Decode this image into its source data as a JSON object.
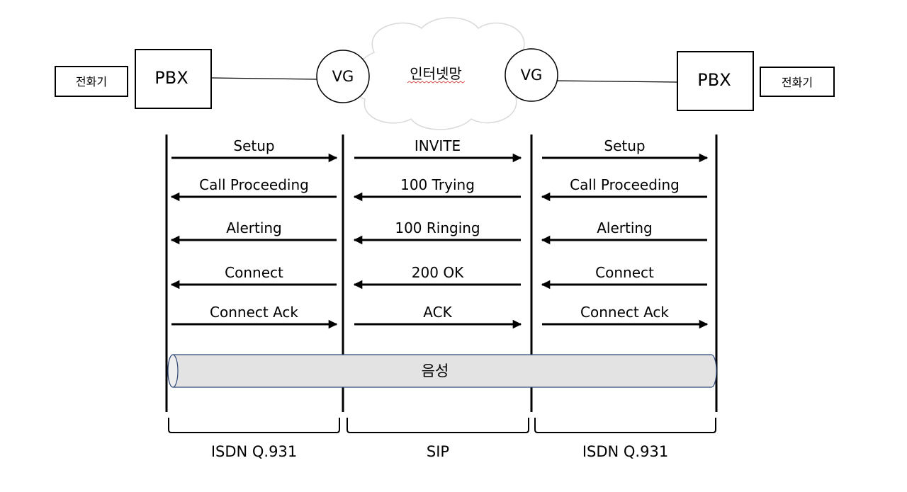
{
  "nodes": {
    "left_phone": "전화기",
    "left_pbx": "PBX",
    "left_vg": "VG",
    "network": "인터넷망",
    "right_vg": "VG",
    "right_pbx": "PBX",
    "right_phone": "전화기"
  },
  "columns": [
    {
      "protocol": "ISDN Q.931",
      "messages": [
        {
          "label": "Setup",
          "direction": "right"
        },
        {
          "label": "Call Proceeding",
          "direction": "left"
        },
        {
          "label": "Alerting",
          "direction": "left"
        },
        {
          "label": "Connect",
          "direction": "left"
        },
        {
          "label": "Connect Ack",
          "direction": "right"
        }
      ]
    },
    {
      "protocol": "SIP",
      "messages": [
        {
          "label": "INVITE",
          "direction": "right"
        },
        {
          "label": "100 Trying",
          "direction": "left"
        },
        {
          "label": "100 Ringing",
          "direction": "left"
        },
        {
          "label": "200 OK",
          "direction": "left"
        },
        {
          "label": "ACK",
          "direction": "right"
        }
      ]
    },
    {
      "protocol": "ISDN Q.931",
      "messages": [
        {
          "label": "Setup",
          "direction": "right"
        },
        {
          "label": "Call Proceeding",
          "direction": "left"
        },
        {
          "label": "Alerting",
          "direction": "left"
        },
        {
          "label": "Connect",
          "direction": "left"
        },
        {
          "label": "Connect Ack",
          "direction": "right"
        }
      ]
    }
  ],
  "voice_channel": "음성",
  "colors": {
    "line": "#000000",
    "cloud_stroke": "#d9d9d9",
    "pipe_fill": "#e3e3e3",
    "pipe_stroke": "#2f4a78",
    "squiggle": "#d9534f"
  }
}
